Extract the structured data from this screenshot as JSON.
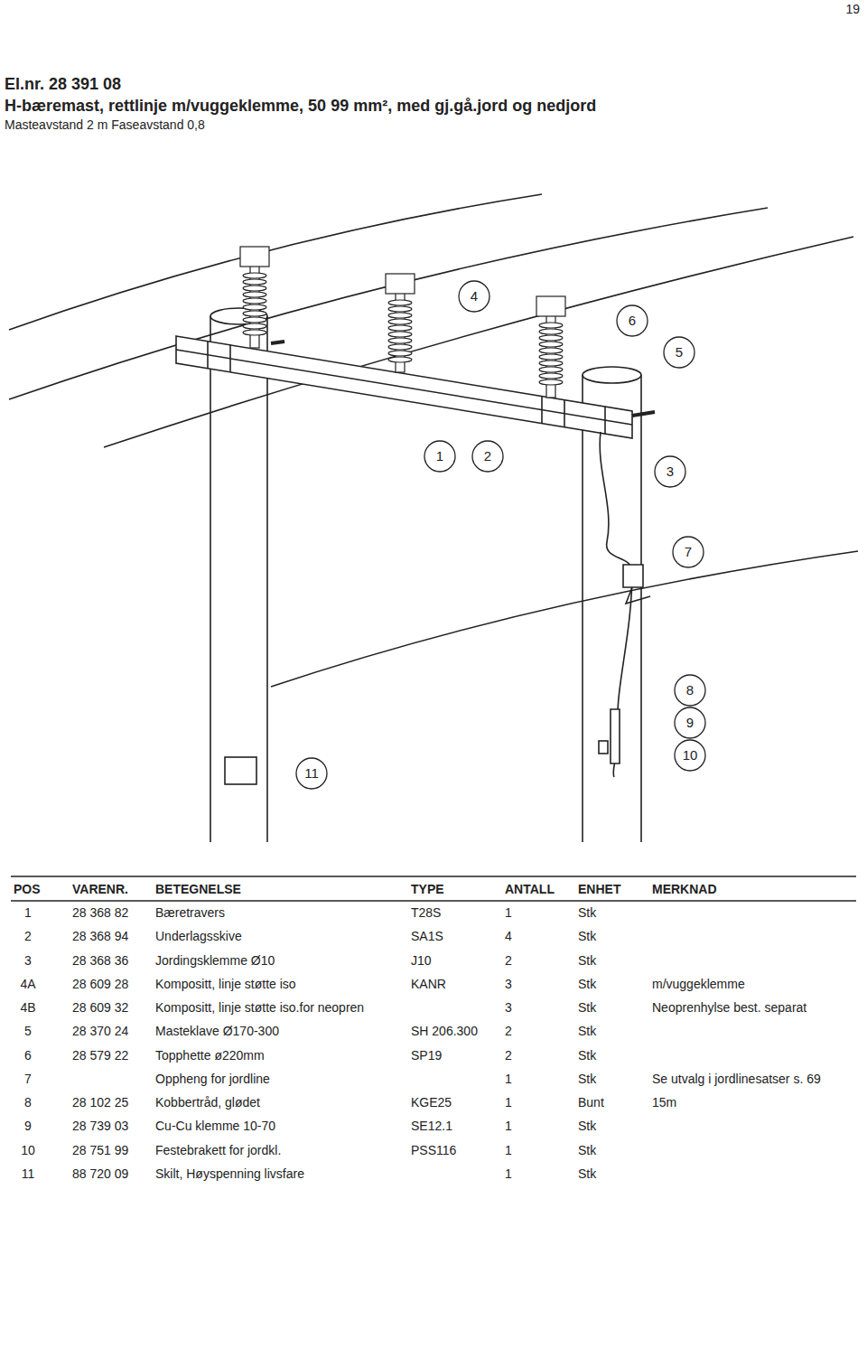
{
  "diagram": {
    "title": "H-bæremast, rettlinje m/vuggeklemme, 50 99 mm², med gj.gå.jord og nedjord",
    "labels": [
      "19",
      "El.nr. 28 391 08",
      "Masteavstand 2 m Faseavstand 0,8",
      "4",
      "6",
      "5",
      "1",
      "2",
      "3",
      "7",
      "8",
      "9",
      "10",
      "11",
      "POS",
      "VARENR.",
      "BETEGNELSE",
      "TYPE",
      "ANTALL",
      "ENHET",
      "MERKNAD",
      "1",
      "28 368 82",
      "Bæretravers",
      "T28S",
      "1",
      "Stk",
      "2",
      "28 368 94",
      "Underlagsskive",
      "SA1S",
      "4",
      "Stk",
      "3",
      "28 368 36",
      "Jordingsklemme Ø10",
      "J10",
      "2",
      "Stk",
      "4A",
      "28 609 28",
      "Kompositt, linje støtte iso",
      "KANR",
      "3",
      "Stk",
      "m/vuggeklemme",
      "4B",
      "28 609 32",
      "Kompositt, linje støtte iso.for neopren",
      "3",
      "Stk",
      "Neoprenhylse best. separat",
      "5",
      "28 370 24",
      "Masteklave Ø170-300",
      "SH 206.300",
      "2",
      "Stk",
      "6",
      "28 579 22",
      "Topphette ø220mm",
      "SP19",
      "2",
      "Stk",
      "7",
      "Oppheng for jordline",
      "1",
      "Stk",
      "Se utvalg i jordlinesatser s. 69",
      "8",
      "28 102 25",
      "Kobbertråd, glødet",
      "KGE25",
      "1",
      "Bunt",
      "15m",
      "9",
      "28 739 03",
      "Cu-Cu klemme 10-70",
      "SE12.1",
      "1",
      "Stk",
      "10",
      "28 751 99",
      "Festebrakett for jordkl.",
      "PSS116",
      "1",
      "Stk",
      "11",
      "88 720 09",
      "Skilt, Høyspenning livsfare",
      "1",
      "Stk"
    ]
  }
}
